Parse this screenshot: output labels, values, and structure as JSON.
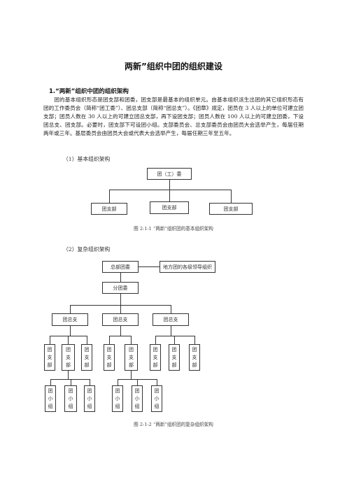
{
  "document": {
    "title": "两新”组织中团的组织建设",
    "section_heading": "1.“两新”组织中团的组织架构",
    "paragraph": "团的基本组织形态是团支部和团委，团支部是最基本的组织单元。由基本组织派生出团的其它组织形态有团的工作委员会（简称“团工委”）、团总支部（简称“团总支”）。《团章》规定，团员在 3 人以上的单位可建立团支部；团员人数在 30 人以上的可建立团总支部，再下设团支部；团员人数在 100 人以上的可建立团委，下设团总支、团支部。必要时，团支部下可设团小组。支部委员会、总支部委员会由团员大会选举产生，每届任期两年或三年。基层委员会由团员大会或代表大会选举产生，每届任期三年至五年。",
    "basic_heading": "（1）基本组织架构",
    "complex_heading": "（2）复杂组织架构"
  },
  "basic_chart": {
    "root": "团（工）委",
    "children": [
      "团支部",
      "团支部",
      "团支部"
    ],
    "caption": "图 2-1-1 “两新”组织团的基本组织架构"
  },
  "complex_chart": {
    "top": "总部团委",
    "local": "地方团的各级领导组织",
    "branch_committee": "分团委",
    "general_branches": [
      "团总支",
      "团总支",
      "团总支"
    ],
    "branches": [
      "团支部",
      "团支部",
      "团支部",
      "团支部",
      "团支部",
      "团支部",
      "团支部",
      "团支部"
    ],
    "groups": [
      "团小组",
      "团小组",
      "团小组",
      "团小组",
      "团小组",
      "团小组"
    ],
    "caption": "图 2-1-2 “两新”组织团的复杂组织架构"
  }
}
